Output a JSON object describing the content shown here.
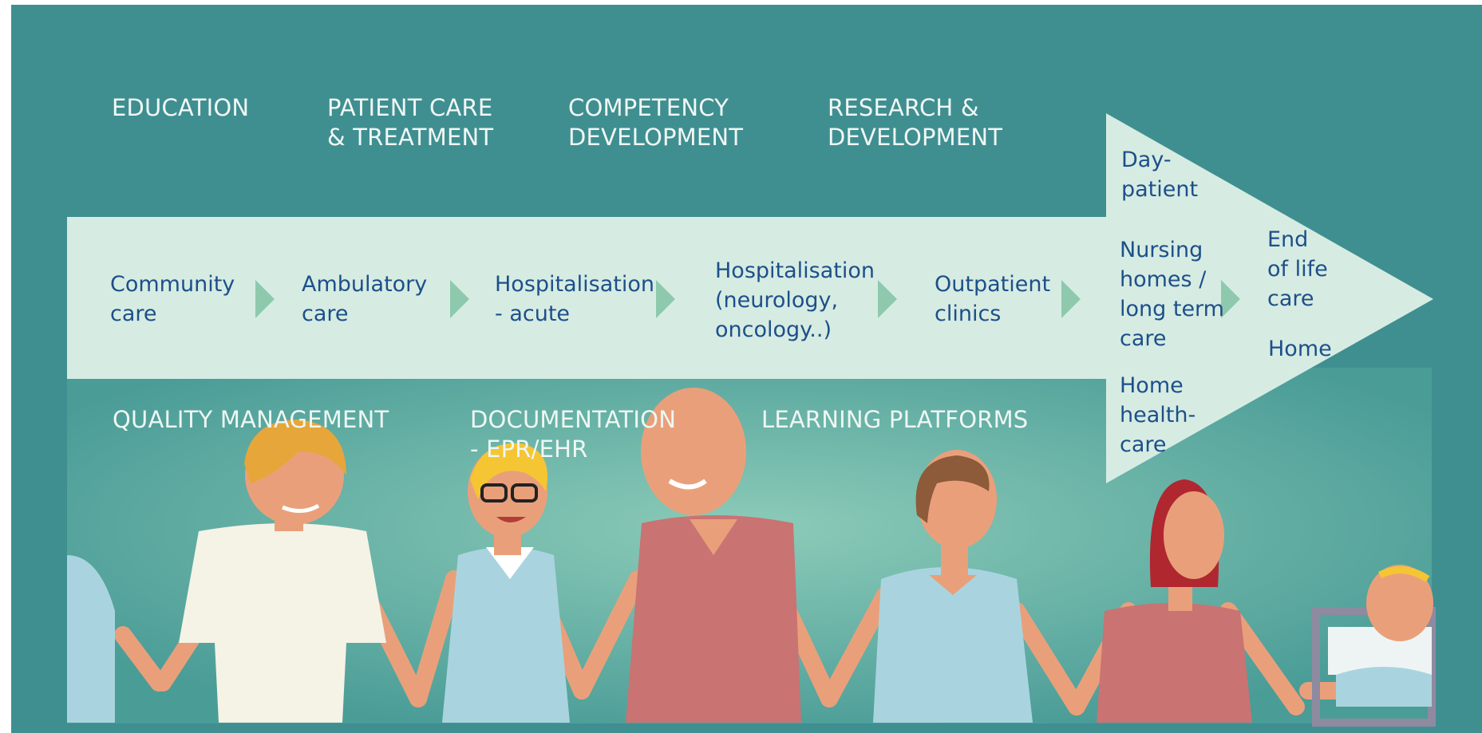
{
  "colors": {
    "background": "#3f8f91",
    "arrow_band": "#d6ece2",
    "chevron": "#8ec9ad",
    "stage_text": "#1d4f8a",
    "heading_text": "#f1f7f5"
  },
  "top_headings": [
    {
      "line1": "EDUCATION",
      "line2": ""
    },
    {
      "line1": "PATIENT CARE",
      "line2": "& TREATMENT"
    },
    {
      "line1": "COMPETENCY",
      "line2": "DEVELOPMENT"
    },
    {
      "line1": "RESEARCH &",
      "line2": "DEVELOPMENT"
    }
  ],
  "stages": [
    {
      "lines": [
        "Community",
        "care"
      ]
    },
    {
      "lines": [
        "Ambulatory",
        "care"
      ]
    },
    {
      "lines": [
        "Hospitalisation",
        "- acute"
      ]
    },
    {
      "lines": [
        "Hospitalisation",
        "(neurology,",
        "oncology..)"
      ]
    },
    {
      "lines": [
        "Outpatient",
        "clinics"
      ]
    }
  ],
  "branch_options": [
    {
      "lines": [
        "Day-",
        "patient"
      ]
    },
    {
      "lines": [
        "Nursing",
        "homes /",
        "long term",
        "care"
      ]
    },
    {
      "lines": [
        "Home",
        "health-",
        "care"
      ]
    }
  ],
  "final_stages": [
    {
      "lines": [
        "End",
        "of life",
        "care"
      ]
    },
    {
      "lines": [
        "Home"
      ]
    }
  ],
  "bottom_headings": [
    {
      "line1": "QUALITY MANAGEMENT",
      "line2": ""
    },
    {
      "line1": "DOCUMENTATION",
      "line2": "- EPR/EHR"
    },
    {
      "line1": "LEARNING PLATFORMS",
      "line2": ""
    }
  ],
  "illustration": {
    "subject": "healthcare-workers-holding-hands",
    "figures": 7
  }
}
